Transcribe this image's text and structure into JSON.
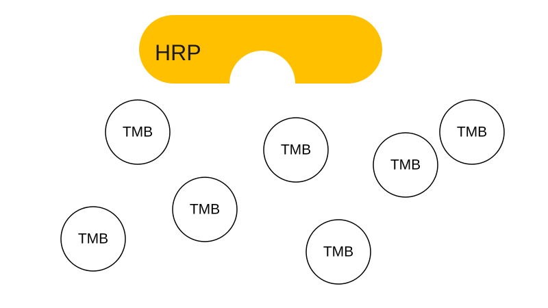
{
  "diagram": {
    "receptor": {
      "label": "HRP",
      "color": "#FFC000"
    },
    "molecules": [
      {
        "label": "TMB"
      },
      {
        "label": "TMB"
      },
      {
        "label": "TMB"
      },
      {
        "label": "TMB"
      },
      {
        "label": "TMB"
      },
      {
        "label": "TMB"
      },
      {
        "label": "TMB"
      }
    ]
  }
}
